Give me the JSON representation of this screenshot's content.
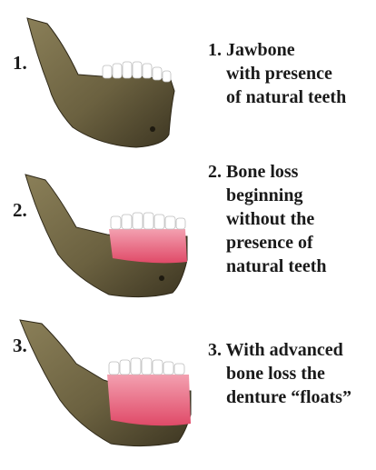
{
  "stages": [
    {
      "number": "1.",
      "caption_lines": [
        "1. Jawbone",
        "with presence",
        "of natural teeth"
      ]
    },
    {
      "number": "2.",
      "caption_lines": [
        "2. Bone loss",
        "beginning",
        "without the",
        "presence of",
        "natural teeth"
      ]
    },
    {
      "number": "3.",
      "caption_lines": [
        "3. With advanced",
        "bone loss the",
        "denture “floats”"
      ]
    }
  ],
  "colors": {
    "bone": "#6b6140",
    "bone_dark": "#3d3622",
    "bone_light": "#8a7f58",
    "gum": "#e8607a",
    "gum_light": "#f3a0b0",
    "tooth": "#ffffff"
  }
}
